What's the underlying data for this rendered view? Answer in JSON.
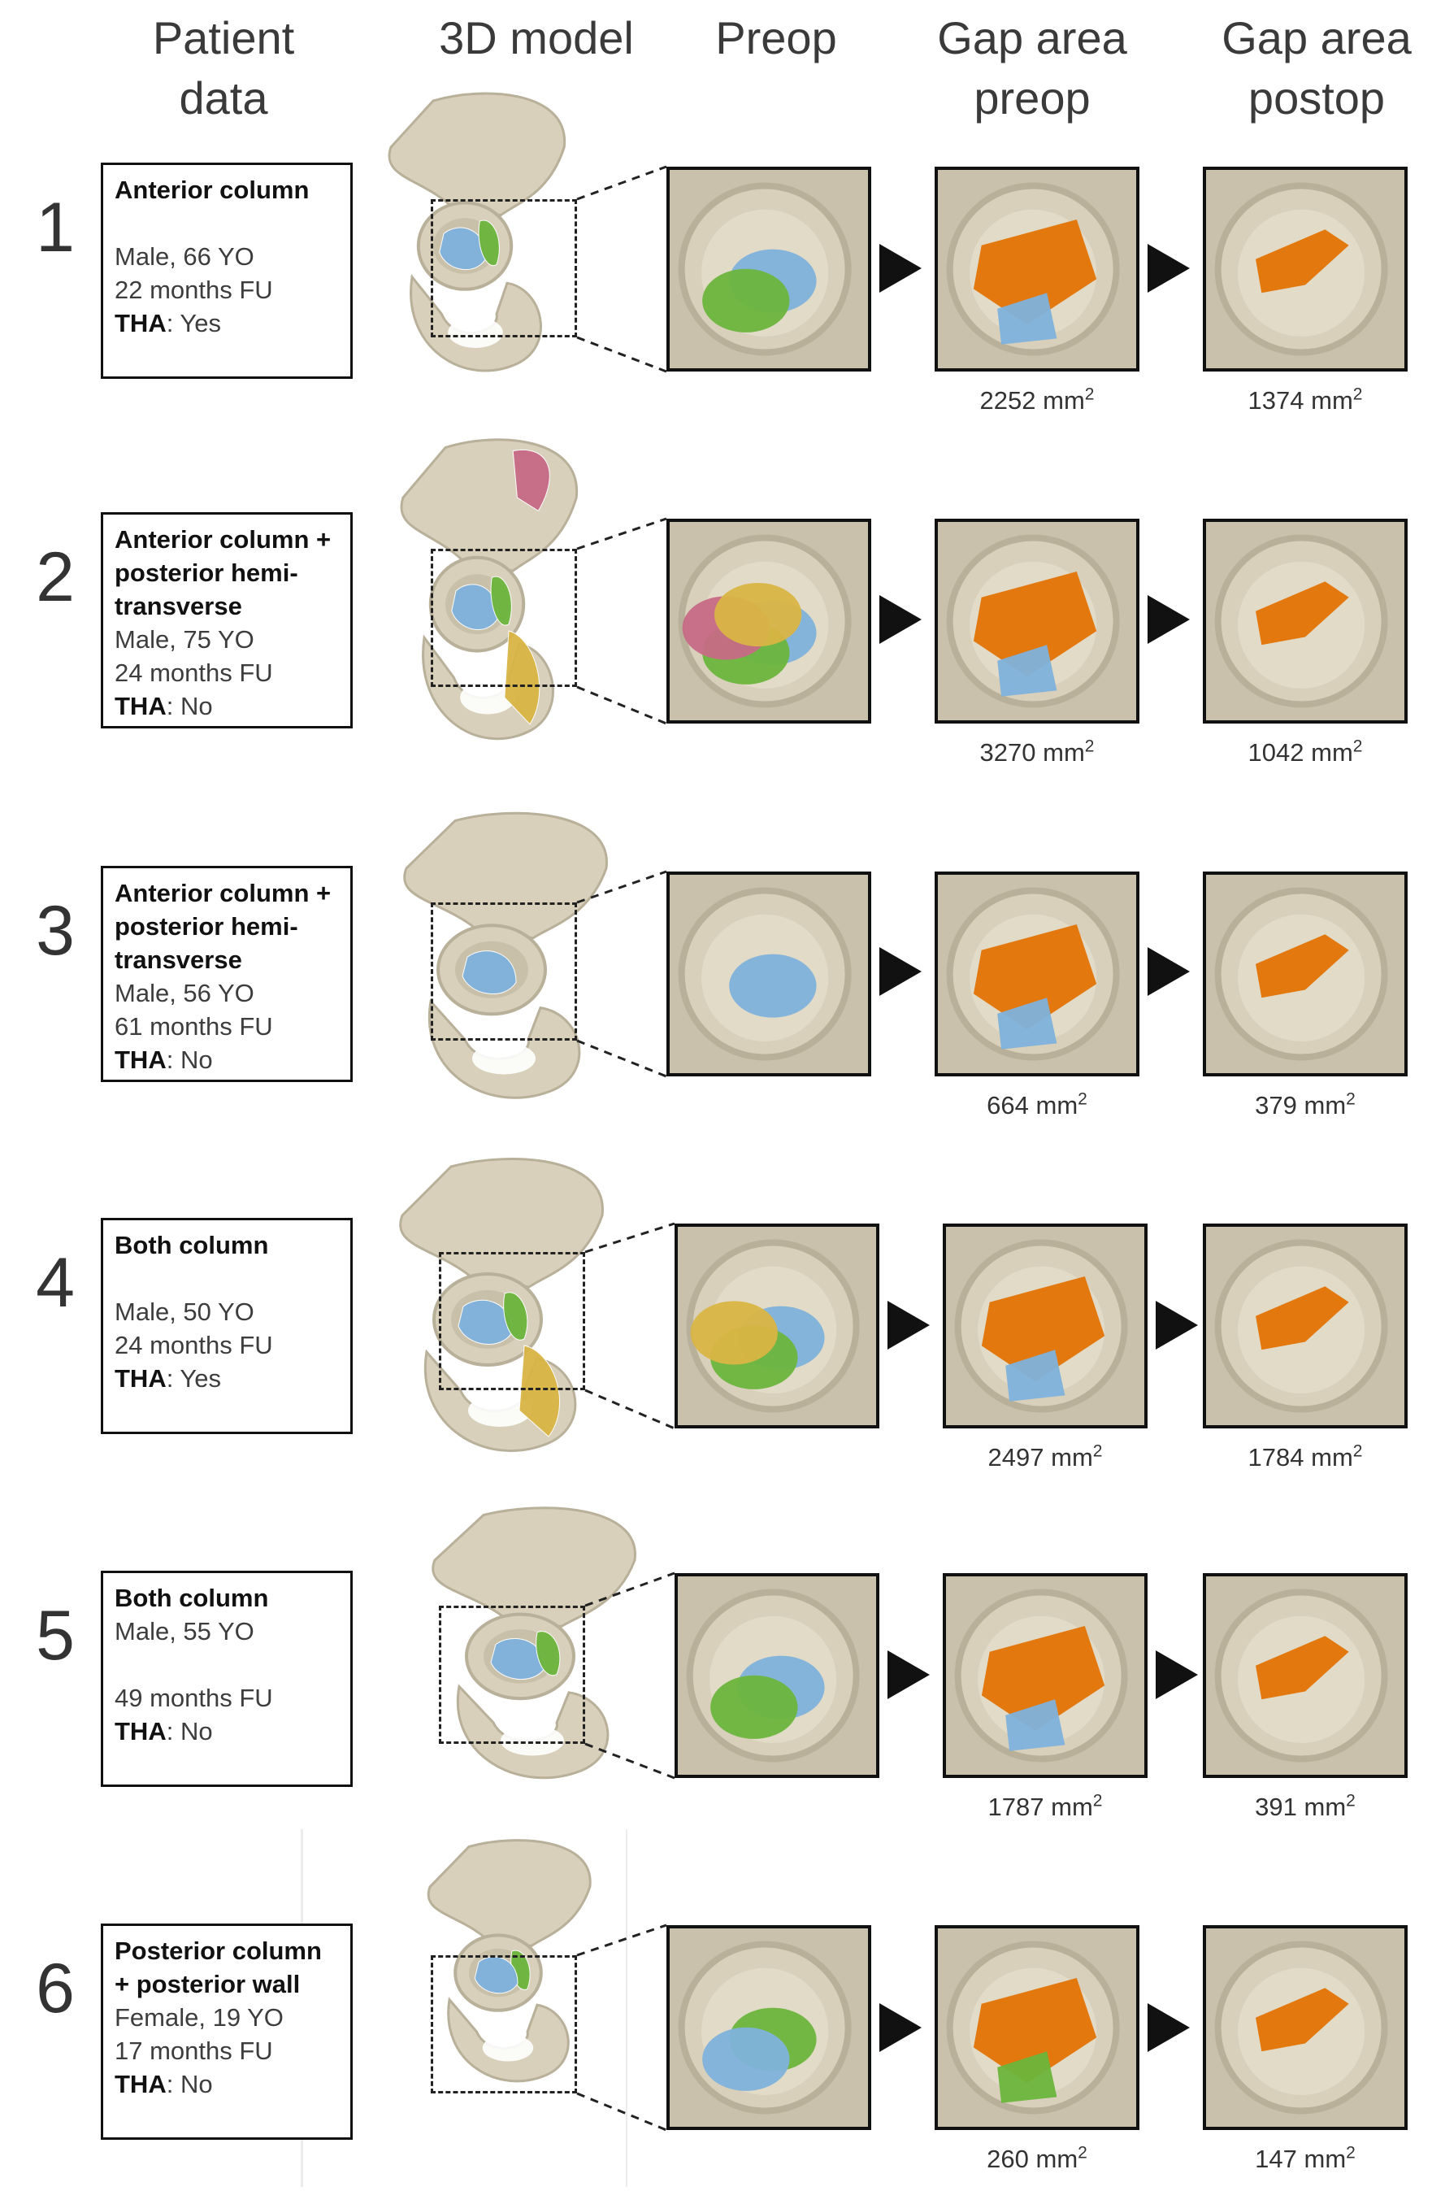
{
  "headers": {
    "patient": "Patient\ndata",
    "model": "3D model",
    "preop": "Preop",
    "gap_preop": "Gap area\npreop",
    "gap_postop": "Gap area\npostop"
  },
  "area_unit": "mm",
  "area_exp": "2",
  "cases": [
    {
      "number": "1",
      "fracture": "Anterior column",
      "sex_age": "Male, 66  YO",
      "followup": "22 months FU",
      "tha_label": "THA",
      "tha_value": ": Yes",
      "gap_preop": "2252",
      "gap_postop": "1374"
    },
    {
      "number": "2",
      "fracture": "Anterior column + posterior hemi-transverse",
      "sex_age": "Male, 75 YO",
      "followup": "24 months FU",
      "tha_label": "THA",
      "tha_value": ": No",
      "gap_preop": "3270",
      "gap_postop": "1042"
    },
    {
      "number": "3",
      "fracture": "Anterior column + posterior hemi-transverse",
      "sex_age": "Male, 56  YO",
      "followup": "61 months FU",
      "tha_label": "THA",
      "tha_value": ": No",
      "gap_preop": "664",
      "gap_postop": "379"
    },
    {
      "number": "4",
      "fracture": "Both column",
      "sex_age": "Male, 50  YO",
      "followup": "24 months FU",
      "tha_label": "THA",
      "tha_value": ": Yes",
      "gap_preop": "2497",
      "gap_postop": "1784"
    },
    {
      "number": "5",
      "fracture": "Both column",
      "sex_age": "Male, 55  YO",
      "followup": "49 months FU",
      "tha_label": "THA",
      "tha_value": ": No",
      "gap_preop": "1787",
      "gap_postop": "391"
    },
    {
      "number": "6",
      "fracture": "Posterior column + posterior wall",
      "sex_age": "Female, 19  YO",
      "followup": "17 months FU",
      "tha_label": "THA",
      "tha_value": ": No",
      "gap_preop": "260",
      "gap_postop": "147"
    }
  ],
  "colors": {
    "bone": "#d8d0bb",
    "bone_shade": "#b9b09a",
    "blue": "#7fb2dc",
    "green": "#6cb53c",
    "pink": "#c76a86",
    "yellow": "#d9b545",
    "orange": "#e2780e",
    "frame": "#111111"
  }
}
